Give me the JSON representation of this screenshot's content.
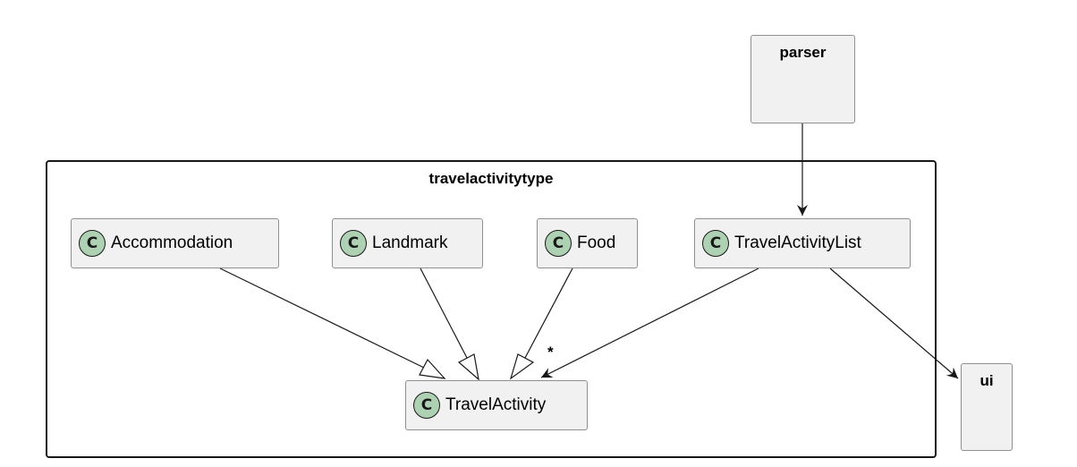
{
  "packages": {
    "parser": "parser",
    "travelactivitytype": "travelactivitytype",
    "ui": "ui"
  },
  "classes": {
    "stereotype_letter": "C",
    "accommodation": "Accommodation",
    "landmark": "Landmark",
    "food": "Food",
    "travelactivitylist": "TravelActivityList",
    "travelactivity": "TravelActivity"
  },
  "relations": {
    "list_multiplicity": "*"
  },
  "colors": {
    "class_fill": "#f1f1f1",
    "class_border": "#8f8f8f",
    "icon_fill": "#add1b2",
    "line": "#181818"
  }
}
